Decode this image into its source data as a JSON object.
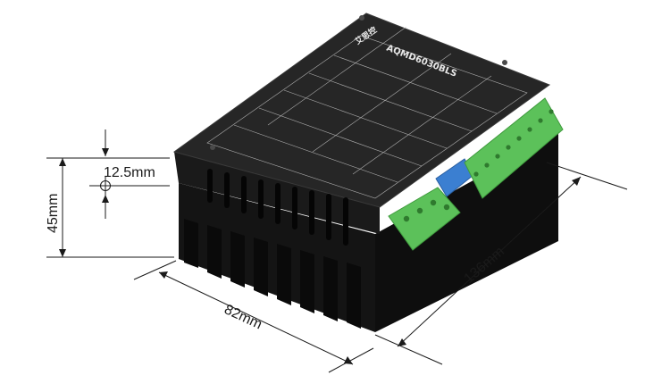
{
  "product": {
    "model": "AQMD6030BLS",
    "brand": "艾思控"
  },
  "dimensions": {
    "height": "45mm",
    "offset": "12.5mm",
    "width": "82mm",
    "length": "136mm"
  },
  "colors": {
    "body": "#1c1c1c",
    "top_plate": "#2a2a2a",
    "connector": "#5cc15a",
    "dip_switch": "#3b7fd1",
    "dimension_line": "#1a1a1a"
  }
}
